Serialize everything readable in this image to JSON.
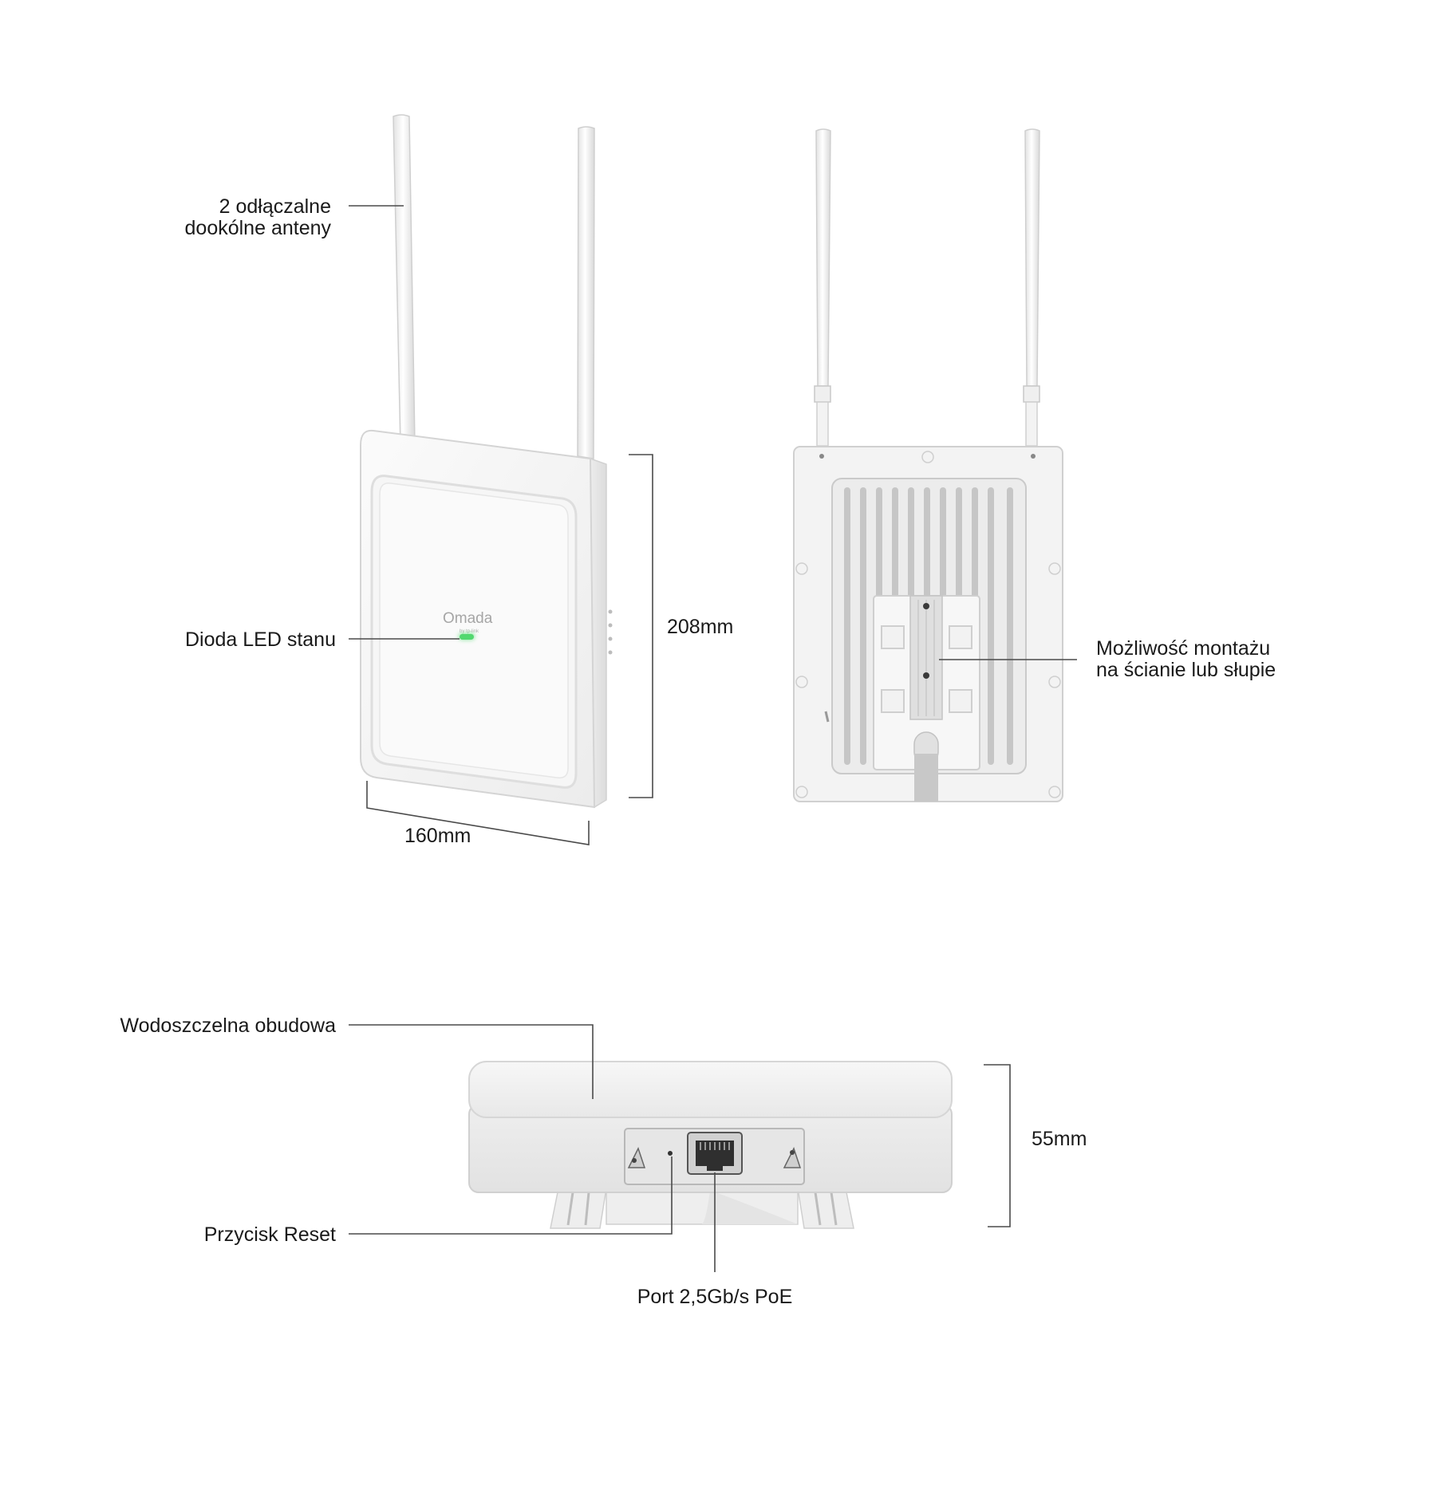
{
  "labels": {
    "antennas_line1": "2 odłączalne",
    "antennas_line2": "dookólne anteny",
    "led": "Dioda LED stanu",
    "height_front": "208mm",
    "width_front": "160mm",
    "mount_line1": "Możliwość montażu",
    "mount_line2": "na ścianie lub słupie",
    "housing": "Wodoszczelna obudowa",
    "reset": "Przycisk Reset",
    "port": "Port 2,5Gb/s PoE",
    "depth": "55mm"
  },
  "device": {
    "logo": "Omada",
    "logo_sub": "by tp-link",
    "led_color": "#5ee07a",
    "body_color": "#f4f4f4"
  }
}
